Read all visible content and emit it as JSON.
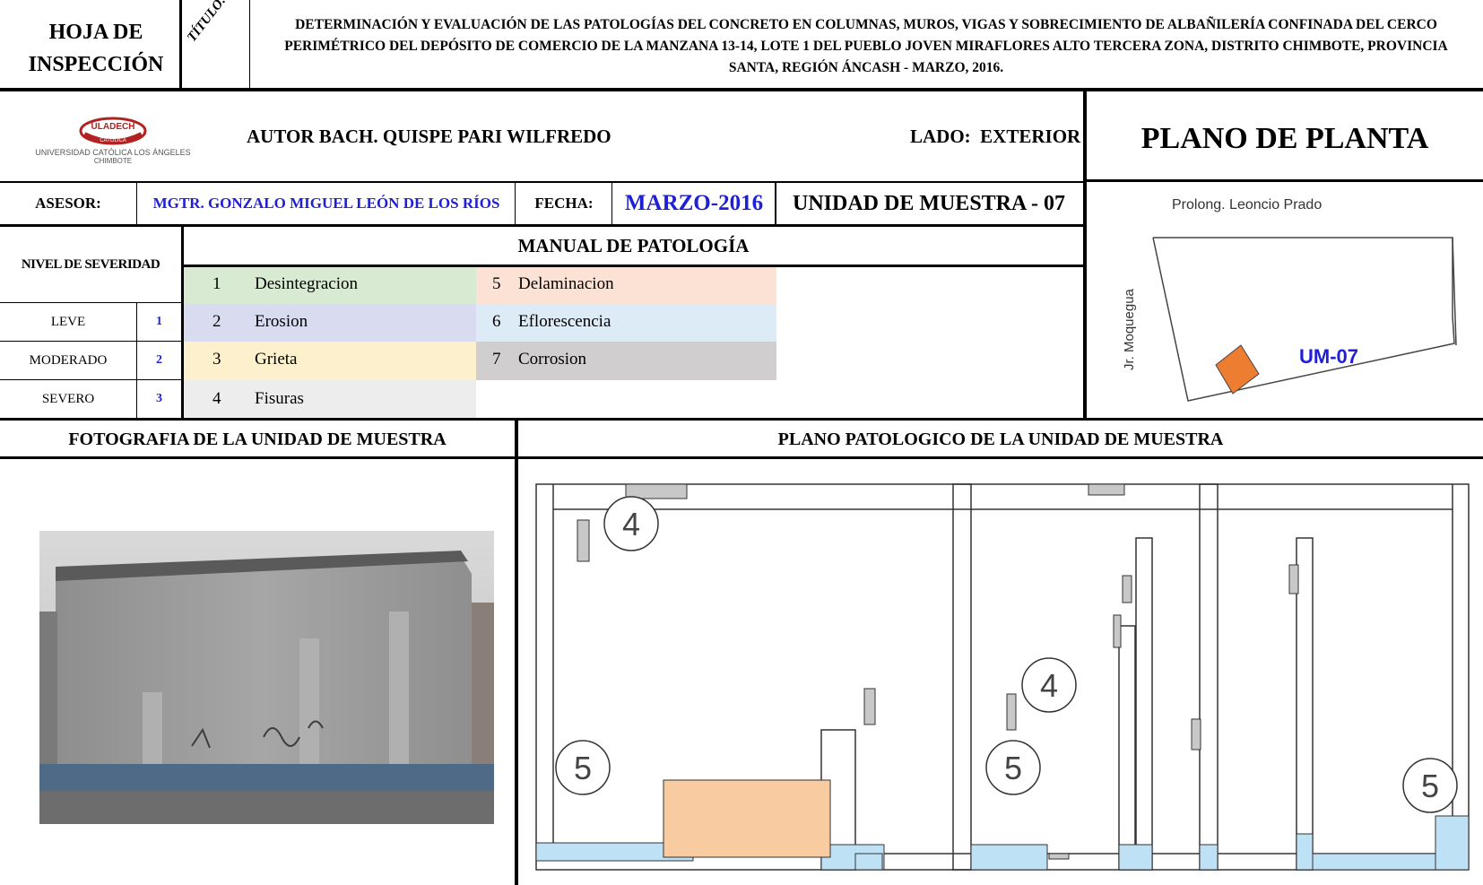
{
  "header": {
    "sheet_title": "HOJA DE\nINSPECCIÓN",
    "titulo_label": "TÍTULO:",
    "title_text": "DETERMINACIÓN Y EVALUACIÓN DE LAS PATOLOGÍAS DEL CONCRETO EN COLUMNAS, MUROS, VIGAS Y SOBRECIMIENTO DE ALBAÑILERÍA CONFINADA DEL CERCO PERIMÉTRICO DEL DEPÓSITO DE COMERCIO DE LA MANZANA 13-14, LOTE 1 DEL PUEBLO JOVEN MIRAFLORES ALTO TERCERA ZONA, DISTRITO CHIMBOTE, PROVINCIA SANTA, REGIÓN ÁNCASH - MARZO, 2016."
  },
  "info": {
    "logo_badge": "ULADECH",
    "logo_sub": "CATÓLICA",
    "university": "UNIVERSIDAD CATÓLICA LOS ÁNGELES",
    "city": "CHIMBOTE",
    "author": "AUTOR BACH. QUISPE PARI WILFREDO",
    "side": "LADO:  EXTERIOR",
    "plan_title": "PLANO DE PLANTA",
    "advisor_label": "ASESOR:",
    "advisor": "MGTR. GONZALO MIGUEL LEÓN DE LOS RÍOS",
    "date_label": "FECHA:",
    "date": "MARZO-2016",
    "unit": "UNIDAD DE MUESTRA - 07"
  },
  "severity": {
    "title": "NIVEL DE SEVERIDAD",
    "levels": [
      {
        "label": "LEVE",
        "value": "1"
      },
      {
        "label": "MODERADO",
        "value": "2"
      },
      {
        "label": "SEVERO",
        "value": "3"
      }
    ]
  },
  "manual": {
    "title": "MANUAL DE PATOLOGÍA",
    "items": [
      {
        "num": "1",
        "name": "Desintegracion",
        "color": "#d9ead3"
      },
      {
        "num": "2",
        "name": "Erosion",
        "color": "#d9dcf0"
      },
      {
        "num": "3",
        "name": "Grieta",
        "color": "#fdf0cc"
      },
      {
        "num": "4",
        "name": "Fisuras",
        "color": "#ededed"
      },
      {
        "num": "5",
        "name": "Delaminacion",
        "color": "#fbe2d5"
      },
      {
        "num": "6",
        "name": "Eflorescencia",
        "color": "#ddebf7"
      },
      {
        "num": "7",
        "name": "Corrosion",
        "color": "#d0cece"
      }
    ]
  },
  "site_plan": {
    "street_top": "Prolong. Leoncio Prado",
    "street_left": "Jr. Moquegua",
    "unit_label": "UM-07",
    "marker_color": "#ed7d31"
  },
  "photo": {
    "section_title": "FOTOGRAFIA DE LA UNIDAD DE  MUESTRA"
  },
  "pathology_plan": {
    "section_title": "PLANO PATOLOGICO DE LA UNIDAD DE MUESTRA",
    "markers": [
      "4",
      "4",
      "5",
      "5",
      "5"
    ],
    "delamination_color": "#f8cba0",
    "efflorescence_color": "#bfe1f5",
    "fissure_color": "#c8c8c8"
  }
}
